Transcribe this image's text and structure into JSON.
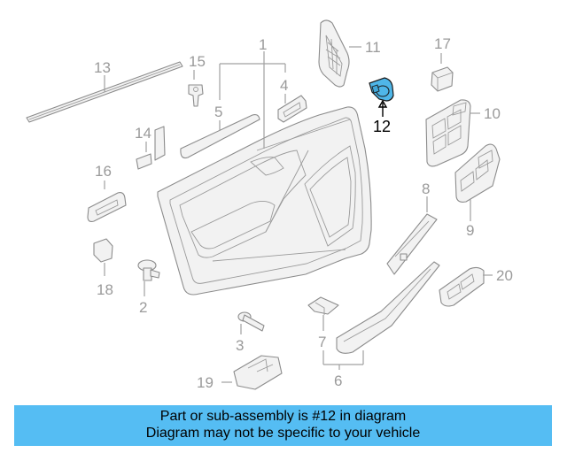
{
  "callouts": {
    "c1": "1",
    "c2": "2",
    "c3": "3",
    "c4": "4",
    "c5": "5",
    "c6": "6",
    "c7": "7",
    "c8": "8",
    "c9": "9",
    "c10": "10",
    "c11": "11",
    "c12": "12",
    "c13": "13",
    "c14": "14",
    "c15": "15",
    "c16": "16",
    "c17": "17",
    "c18": "18",
    "c19": "19",
    "c20": "20"
  },
  "highlight": {
    "part": "12",
    "color": "#4fb6e8"
  },
  "banner": {
    "color": "#55bdf3",
    "line1": "Part or sub-assembly is #12 in diagram",
    "line2": "Diagram may not be specific to your vehicle"
  }
}
